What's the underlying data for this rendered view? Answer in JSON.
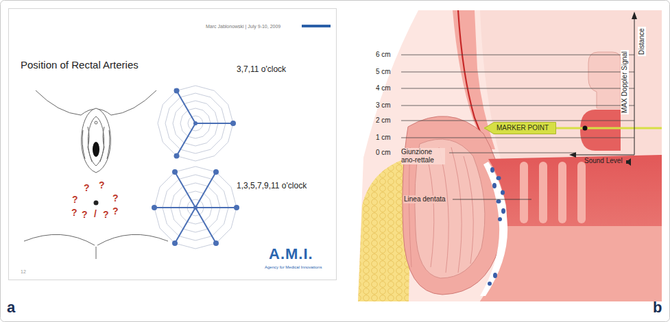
{
  "diagram": {
    "nodes": [
      {
        "text": [
          "MARKER POINT"
        ]
      }
    ],
    "labels": [
      "Marc Jablonowski | July 9-10, 2009",
      "Position of Rectal Arteries",
      "3,7,11 o'clock",
      "1,3,5,7,9,11 o'clock",
      "?",
      "?",
      "?",
      "?",
      "?",
      "?",
      "?",
      "?",
      "/",
      "A.M.I.",
      "Agency for Medical Innovations",
      "12",
      "a",
      "6 cm",
      "5 cm",
      "4 cm",
      "3 cm",
      "2 cm",
      "1 cm",
      "0 cm",
      "Distance",
      "MAX Doppler Signal",
      "Giunzione ano-rettale",
      "Linea dentata",
      "Sound Level",
      "b"
    ]
  }
}
